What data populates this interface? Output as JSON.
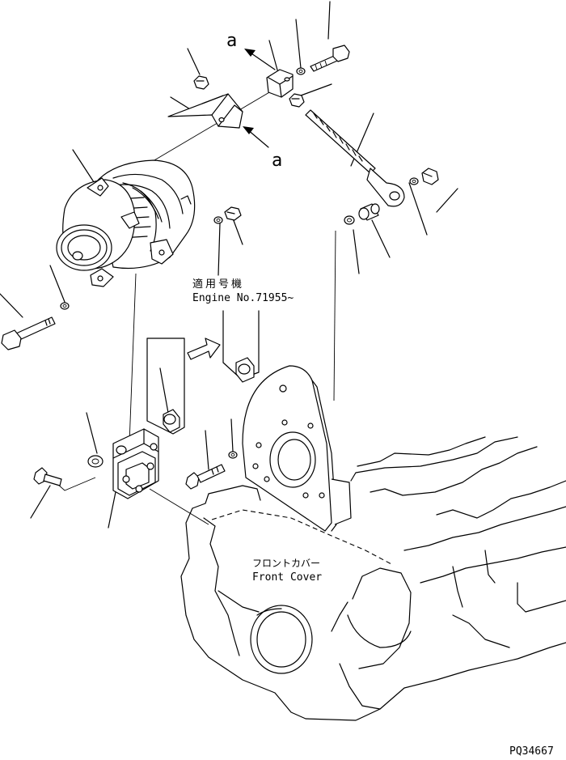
{
  "figure": {
    "view_a_top": "a",
    "view_a_bottom": "a",
    "applicability_jp": "適用号機",
    "applicability_en": "Engine No.71955~",
    "front_cover_jp": "フロントカバー",
    "front_cover_en": "Front Cover",
    "drawing_number": "PQ34667"
  }
}
